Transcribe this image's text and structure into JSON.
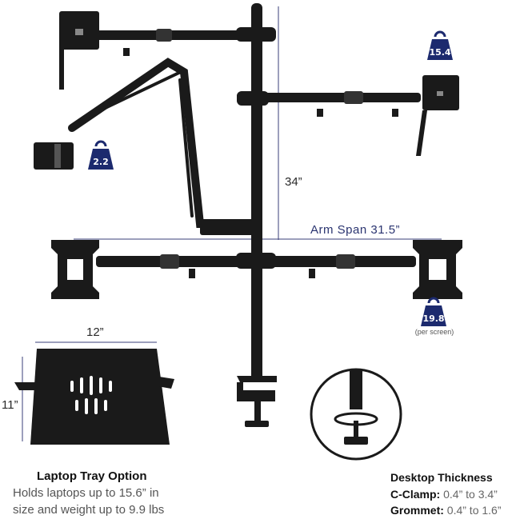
{
  "dimensions": {
    "height": "34”",
    "arm_span": "Arm Span 31.5”",
    "tray_width": "12”",
    "tray_depth": "11”"
  },
  "weights": {
    "top_right": "15.4",
    "laptop_arm": "2.2",
    "bottom_right": "19.8",
    "bottom_right_note": "(per screen)"
  },
  "laptop_tray": {
    "title": "Laptop Tray Option",
    "line1": "Holds laptops up to 15.6” in",
    "line2": "size and weight up to 9.9 lbs"
  },
  "desktop_thickness": {
    "title": "Desktop Thickness",
    "c_clamp_label": "C-Clamp:",
    "c_clamp_value": "0.4” to 3.4”",
    "grommet_label": "Grommet:",
    "grommet_value": "0.4” to 1.6”"
  },
  "colors": {
    "badge_navy": "#1c2a6e",
    "metal_black": "#1a1a1a",
    "dim_line": "#3a3f7a"
  },
  "icons": [
    "weight-icon",
    "vesa-plate",
    "c-clamp",
    "laptop-tray"
  ]
}
